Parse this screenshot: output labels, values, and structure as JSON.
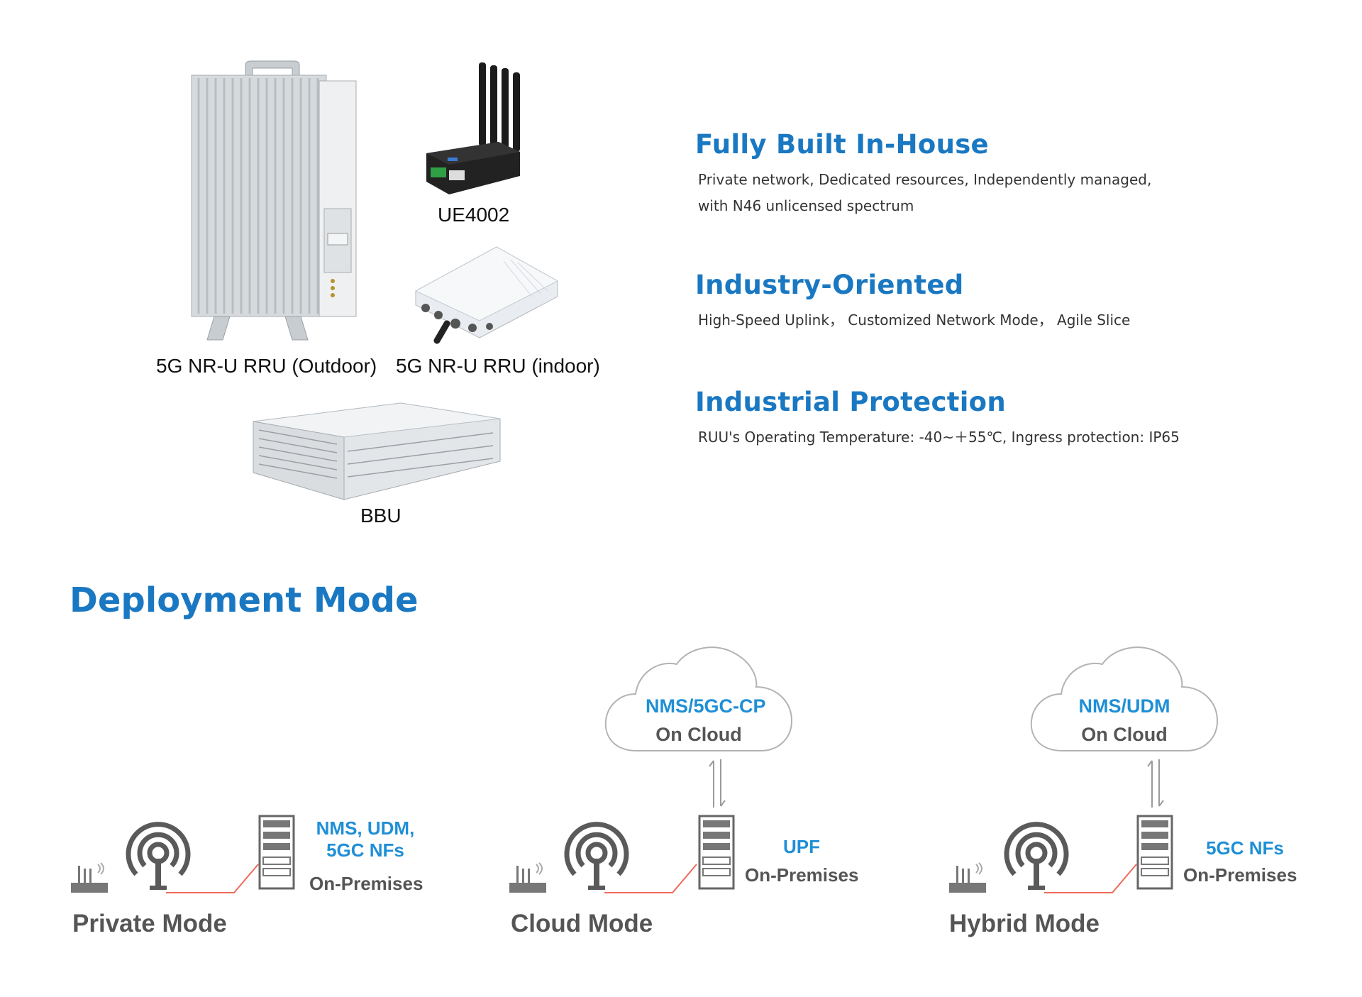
{
  "products": {
    "rru_outdoor": "5G NR-U RRU (Outdoor)",
    "ue": "UE4002",
    "rru_indoor": "5G NR-U RRU (indoor)",
    "bbu": "BBU"
  },
  "features": [
    {
      "title": "Fully Built In-House",
      "lines": [
        "Private network, Dedicated resources, Independently managed,",
        "with N46 unlicensed spectrum"
      ]
    },
    {
      "title": "Industry-Oriented",
      "lines": [
        "High-Speed Uplink， Customized Network Mode， Agile Slice"
      ]
    },
    {
      "title": "Industrial Protection",
      "lines": [
        "RUU's Operating Temperature: -40~＋55℃, Ingress protection: IP65"
      ]
    }
  ],
  "deployment": {
    "heading": "Deployment Mode",
    "modes": [
      {
        "label": "Private Mode",
        "nf_lines": [
          "NMS, UDM,",
          "5GC NFs"
        ],
        "onprem": "On-Premises",
        "cloud": null
      },
      {
        "label": "Cloud Mode",
        "nf_lines": [
          "UPF"
        ],
        "onprem": "On-Premises",
        "cloud": {
          "line1": "NMS/5GC-CP",
          "line2": "On Cloud"
        }
      },
      {
        "label": "Hybrid Mode",
        "nf_lines": [
          "5GC NFs"
        ],
        "onprem": "On-Premises",
        "cloud": {
          "line1": "NMS/UDM",
          "line2": "On Cloud"
        }
      }
    ]
  },
  "colors": {
    "accent": "#1a78c2",
    "nf_blue": "#1f8fd6",
    "link_red": "#ee6a5a",
    "gray_text": "#555555"
  },
  "icons": [
    "rru-outdoor-image",
    "ue-router-image",
    "rru-indoor-image",
    "bbu-image",
    "cloud-icon",
    "antenna-tower-icon",
    "router-icon",
    "server-rack-icon",
    "sync-arrows-icon"
  ]
}
